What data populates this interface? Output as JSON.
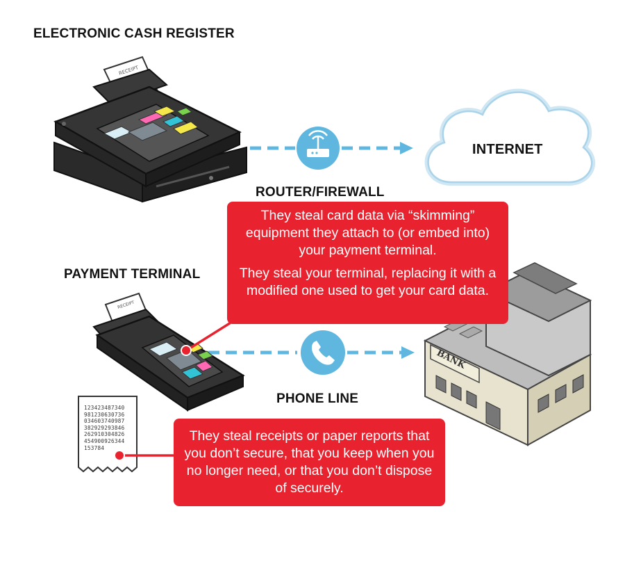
{
  "labels": {
    "cash_register": "ELECTRONIC CASH REGISTER",
    "router_firewall": "ROUTER/FIREWALL",
    "payment_terminal": "PAYMENT TERMINAL",
    "phone_line": "PHONE LINE",
    "internet": "INTERNET",
    "receipt_stamp": "RECEIPT",
    "bank_sign": "BANK"
  },
  "callouts": {
    "skimming": "They steal card data via “skimming” equipment they attach to (or embed into) your payment terminal.",
    "replacement": "They steal your terminal, replacing it with a modified one used to get your card data.",
    "receipts": "They steal receipts or paper reports that you don’t secure, that you keep when you no longer need, or that you don’t dispose of securely."
  },
  "receipt_digits": [
    "123423487340",
    "981230630736",
    "034603740987",
    "382929293846",
    "262910304826",
    "454900926344",
    "153784"
  ],
  "icons": [
    "wifi-router-icon",
    "phone-icon",
    "cloud-icon",
    "bank-building-icon",
    "cash-register-icon",
    "payment-terminal-icon",
    "receipt-icon"
  ],
  "colors": {
    "callout_red": "#e8232f",
    "connector_blue": "#5fb7e0",
    "device_dark": "#2b2b2b"
  }
}
